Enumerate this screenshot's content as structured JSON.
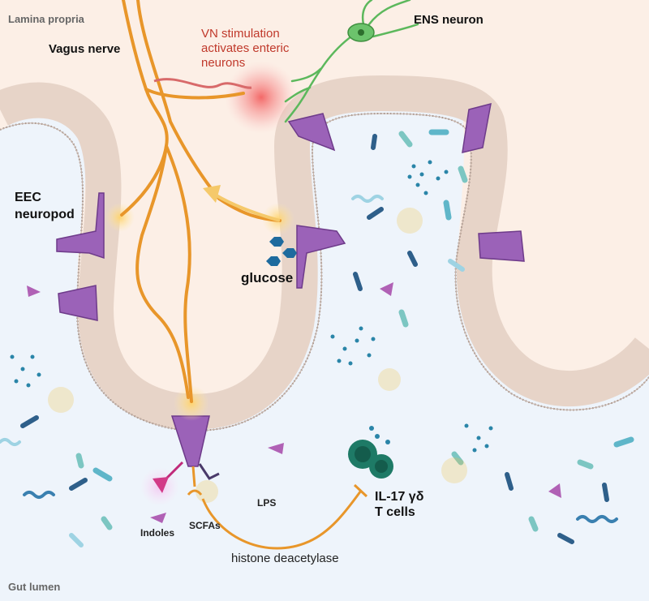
{
  "labels": {
    "lamina_propria": "Lamina propria",
    "gut_lumen": "Gut lumen",
    "vagus_nerve": "Vagus nerve",
    "vn_stimulation": [
      "VN stimulation",
      "activates enteric",
      "neurons"
    ],
    "ens_neuron": "ENS neuron",
    "eec_neuropod": [
      "EEC",
      "neuropod"
    ],
    "glucose": "glucose",
    "indoles": "Indoles",
    "scfas": "SCFAs",
    "lps": "LPS",
    "il17": [
      "IL-17 γδ",
      "T cells"
    ],
    "hdac": "histone deacetylase"
  },
  "colors": {
    "lamina_bg": "#fcefe6",
    "lumen_bg": "#eef4fb",
    "nerve": "#e8962a",
    "epithelium": "#eadbd2",
    "eec": "#9b62b8",
    "neuron": "#5cb85c",
    "glucose": "#1e6b9e",
    "tcell": "#1e7a66",
    "stimulation": "#f27070"
  }
}
